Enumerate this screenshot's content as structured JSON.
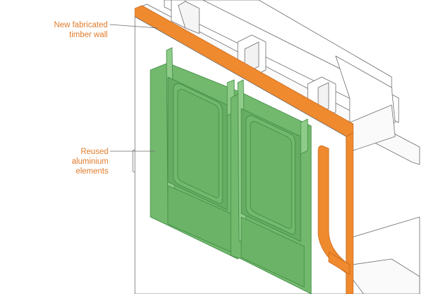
{
  "labels": {
    "timber_wall": [
      "New fabricated",
      "timber wall"
    ],
    "aluminium": [
      "Reused",
      "aluminium",
      "elements"
    ]
  },
  "colors": {
    "timber": "#f08a2e",
    "timber_dark": "#c9671a",
    "aluminium": "#72b96e",
    "aluminium_dark": "#3f8a42",
    "aluminium_light": "#8fcc89",
    "line": "#6b6b6b",
    "label": "#e07b2a"
  }
}
